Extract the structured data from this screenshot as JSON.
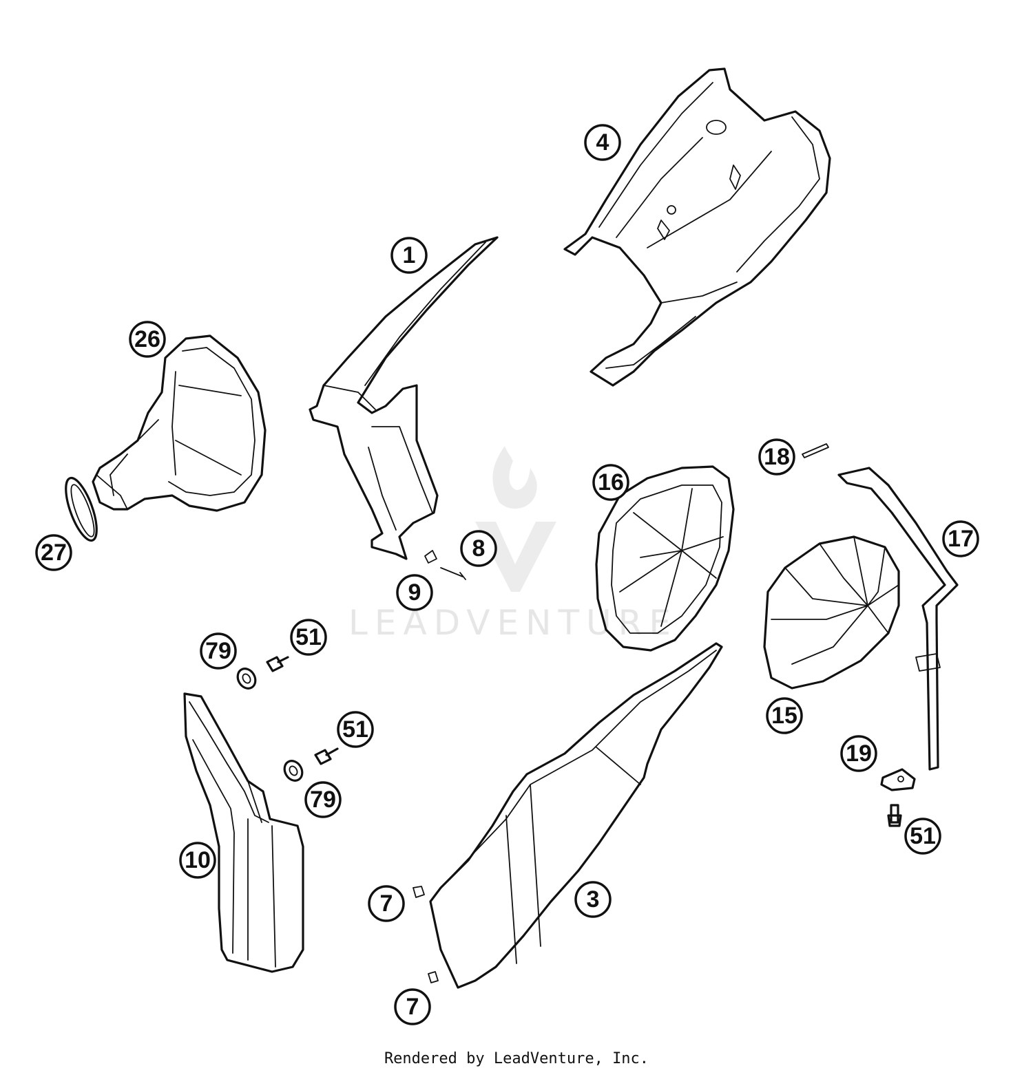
{
  "watermark": {
    "text": "LEADVENTURE"
  },
  "footer": {
    "text": "Rendered by LeadVenture, Inc."
  },
  "callouts": [
    {
      "id": "c-4",
      "label": "4"
    },
    {
      "id": "c-1",
      "label": "1"
    },
    {
      "id": "c-26",
      "label": "26"
    },
    {
      "id": "c-27",
      "label": "27"
    },
    {
      "id": "c-8",
      "label": "8"
    },
    {
      "id": "c-9",
      "label": "9"
    },
    {
      "id": "c-16",
      "label": "16"
    },
    {
      "id": "c-18",
      "label": "18"
    },
    {
      "id": "c-17",
      "label": "17"
    },
    {
      "id": "c-15",
      "label": "15"
    },
    {
      "id": "c-79a",
      "label": "79"
    },
    {
      "id": "c-51a",
      "label": "51"
    },
    {
      "id": "c-51b",
      "label": "51"
    },
    {
      "id": "c-79b",
      "label": "79"
    },
    {
      "id": "c-10",
      "label": "10"
    },
    {
      "id": "c-19",
      "label": "19"
    },
    {
      "id": "c-51c",
      "label": "51"
    },
    {
      "id": "c-3",
      "label": "3"
    },
    {
      "id": "c-7a",
      "label": "7"
    },
    {
      "id": "c-7b",
      "label": "7"
    }
  ]
}
